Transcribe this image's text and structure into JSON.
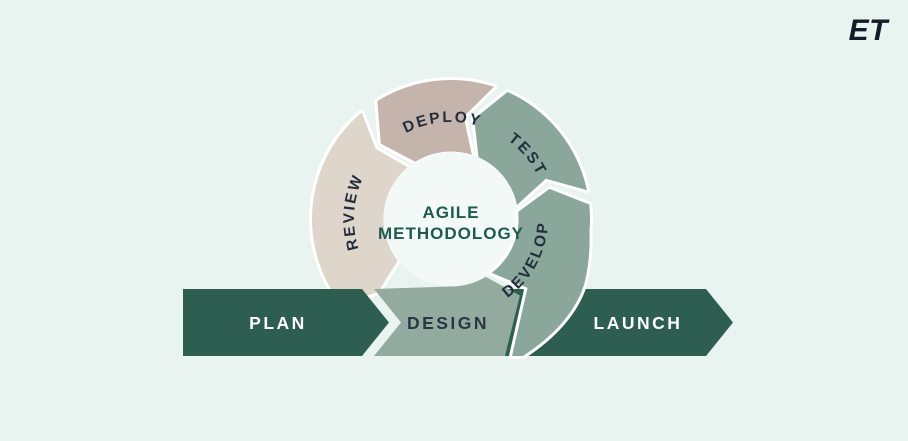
{
  "logo": {
    "text": "ET"
  },
  "diagram": {
    "center": {
      "line1": "AGILE",
      "line2": "METHODOLOGY"
    },
    "ring_segments": [
      {
        "id": "review",
        "label": "REVIEW"
      },
      {
        "id": "deploy",
        "label": "DEPLOY"
      },
      {
        "id": "test",
        "label": "TEST"
      },
      {
        "id": "develop",
        "label": "DEVELOP"
      }
    ],
    "banner_steps": [
      {
        "id": "plan",
        "label": "PLAN"
      },
      {
        "id": "design",
        "label": "DESIGN"
      },
      {
        "id": "launch",
        "label": "LAUNCH"
      }
    ]
  },
  "colors": {
    "background": "#e9f3f0",
    "dark_teal": "#2d5e50",
    "sage": "#8ba79b",
    "sage_light": "#93ab9f",
    "beige": "#ded5cb",
    "taupe": "#c5b4ab",
    "label_navy": "#222d3d",
    "design_navy": "#2b3545",
    "center_green": "#1d5b4d",
    "hub_disc": "#f3f9f7",
    "white": "#ffffff",
    "logo_ink": "#131c28"
  }
}
